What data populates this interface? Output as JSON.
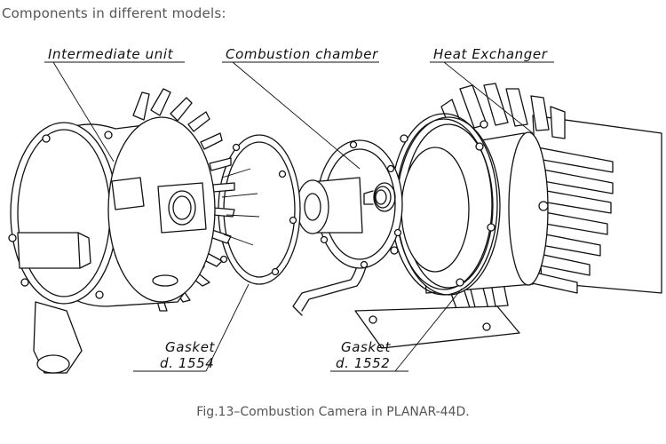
{
  "header": {
    "text": "Components in different models:"
  },
  "caption": {
    "text": "Fig.13–Combustion Camera in PLANAR-44D."
  },
  "labels": {
    "intermediate_unit": "Intermediate unit",
    "combustion_chamber": "Combustion chamber",
    "heat_exchanger": "Heat Exchanger",
    "gasket_1554_line1": "Gasket",
    "gasket_1554_line2": "d. 1554",
    "gasket_1552_line1": "Gasket",
    "gasket_1552_line2": "d. 1552"
  }
}
